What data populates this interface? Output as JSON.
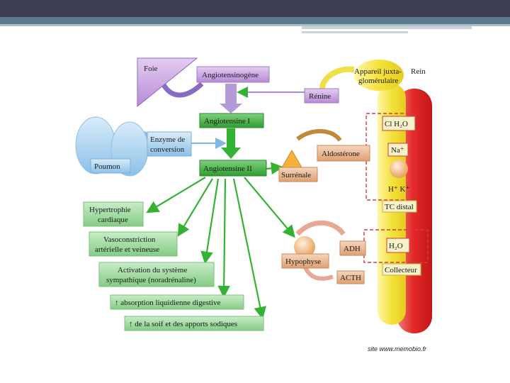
{
  "nodes": {
    "foie": "Foie",
    "angiotensinogene": "Angiotensinogène",
    "appareil_line1": "Appareil juxta-",
    "appareil_line2": "glomérulaire",
    "rein": "Rein",
    "renine": "Rénine",
    "angiotensine1": "Angiotensine I",
    "cl_h2o": "Cl H₂O",
    "enzyme_line1": "Enzyme de",
    "enzyme_line2": "conversion",
    "aldosterone": "Aldostérone",
    "na": "Na⁺",
    "poumon": "Poumon",
    "angiotensine2": "Angiotensine II",
    "surrenale": "Surrénale",
    "hk": "H⁺ K⁺",
    "tc_distal": "TC distal",
    "adh": "ADH",
    "h2o": "H₂O",
    "hypophyse": "Hypophyse",
    "collecteur": "Collecteur",
    "acth": "ACTH"
  },
  "effects": {
    "hypertrophie_line1": "Hypertrophie",
    "hypertrophie_line2": "cardiaque",
    "vaso_line1": "Vasoconstriction",
    "vaso_line2": "artérielle et veineuse",
    "activation_line1": "Activation du système",
    "activation_line2": "sympathique (noradrénaline)",
    "absorption": "↑ absorption liquidienne digestive",
    "soif": "↑ de la soif et des apports sodiques"
  },
  "credit": "site www.memobio.fr",
  "colors": {
    "header_dark": "#3c3f53",
    "header_stripe": "#5c7b8c",
    "box_purple": "#c7a3e0",
    "box_green": "#3fae3f",
    "box_light_green": "#8fd48f",
    "box_orange": "#e8b088",
    "box_blue": "#a9d2f0",
    "kidney_red": "#e52a2a",
    "tubule_yellow": "#f3e23c",
    "dashed_red": "#d23b3b"
  }
}
